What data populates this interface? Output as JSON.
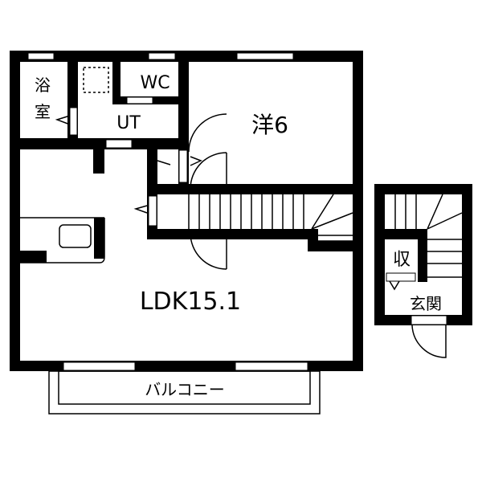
{
  "floor_plan": {
    "rooms": {
      "bath": {
        "label_line1": "浴",
        "label_line2": "室"
      },
      "wc": {
        "label": "WC"
      },
      "utility": {
        "label": "UT"
      },
      "western_room": {
        "label": "洋6"
      },
      "ldk": {
        "label": "LDK15.1"
      },
      "storage": {
        "label": "収"
      },
      "entrance": {
        "label": "玄関"
      },
      "balcony": {
        "label": "バルコニー"
      }
    },
    "colors": {
      "wall": "#000000",
      "background": "#ffffff"
    }
  }
}
